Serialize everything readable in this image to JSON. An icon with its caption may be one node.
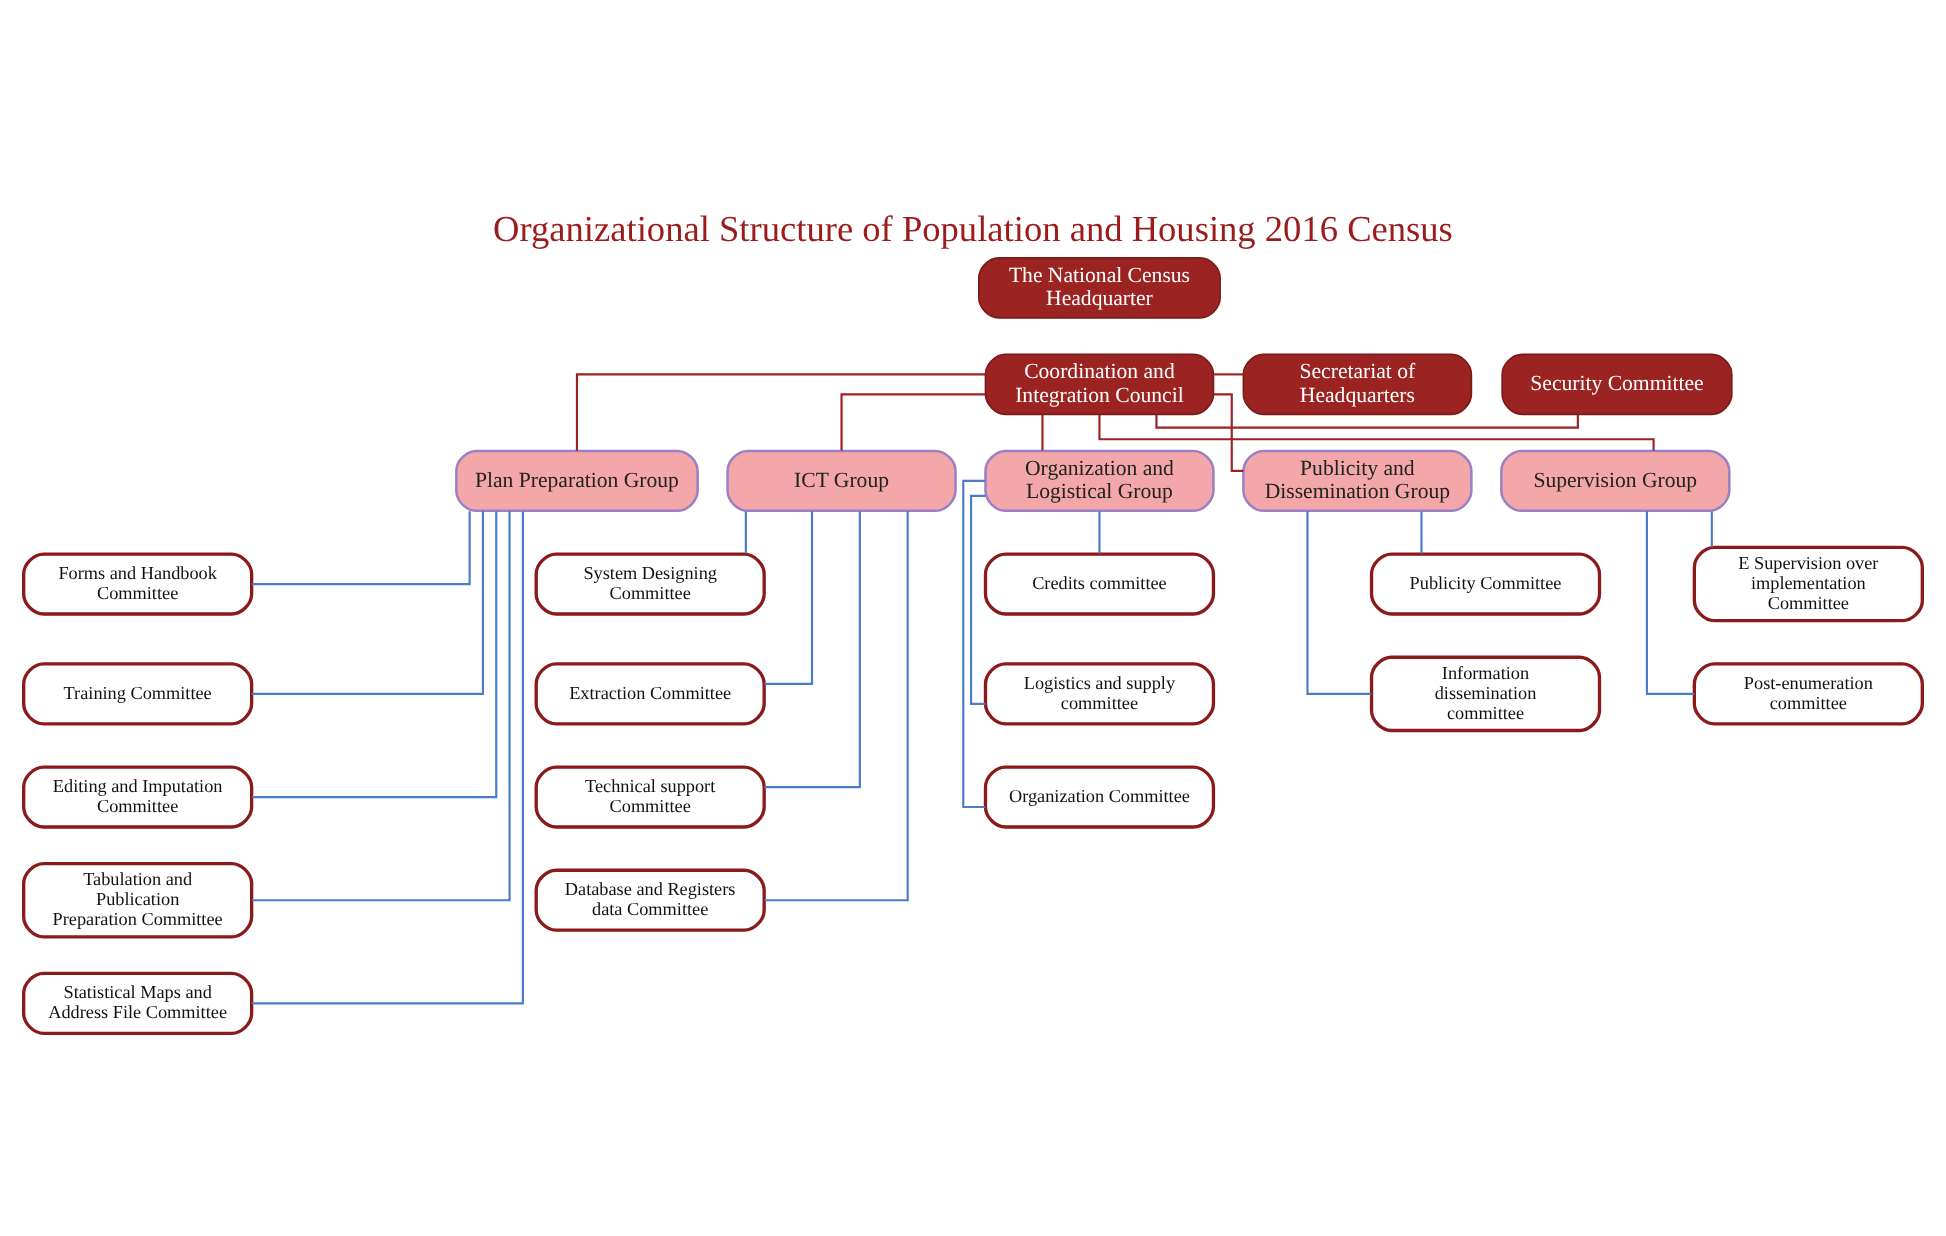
{
  "diagram": {
    "title": "Organizational Structure of Population and Housing 2016 Census",
    "nodes": [
      {
        "text": [
          "The National Census Headquarter"
        ]
      },
      {
        "text": [
          "Coordination and Integration Council"
        ]
      },
      {
        "text": [
          "Security Committee"
        ]
      },
      {
        "text": [
          "Secretariat of Headquarters"
        ]
      },
      {
        "text": [
          "Plan Preparation Group"
        ]
      },
      {
        "text": [
          "ICT Group"
        ]
      },
      {
        "text": [
          "Organization and Logistical Group"
        ]
      },
      {
        "text": [
          "Publicity and Dissemination Group"
        ]
      },
      {
        "text": [
          "Supervision Group"
        ]
      },
      {
        "text": [
          "Forms and Handbook Committee"
        ]
      },
      {
        "text": [
          "Training Committee"
        ]
      },
      {
        "text": [
          "Editing and Imputation Committee"
        ]
      },
      {
        "text": [
          "Tabulation and Publication Preparation Committee"
        ]
      },
      {
        "text": [
          "Statistical Maps and Address File Committee"
        ]
      },
      {
        "text": [
          "System Designing Committee"
        ]
      },
      {
        "text": [
          "Extraction Committee"
        ]
      },
      {
        "text": [
          "Technical support Committee"
        ]
      },
      {
        "text": [
          "Database and Registers data Committee"
        ]
      },
      {
        "text": [
          "Credits committee"
        ]
      },
      {
        "text": [
          "Logistics and supply committee"
        ]
      },
      {
        "text": [
          "Organization Committee"
        ]
      },
      {
        "text": [
          "Publicity Committee"
        ]
      },
      {
        "text": [
          "Information dissemination committee"
        ]
      },
      {
        "text": [
          "E Supervision over implementation Committee"
        ]
      },
      {
        "text": [
          "Post-enumeration committee"
        ]
      }
    ],
    "edges": [
      {
        "from": 1,
        "to": 2,
        "arrow": "none",
        "color": "#9b2423"
      },
      {
        "from": 1,
        "to": 3,
        "arrow": "none",
        "color": "#9b2423"
      },
      {
        "from": 1,
        "to": 4,
        "arrow": "none",
        "color": "#9b2423"
      },
      {
        "from": 1,
        "to": 5,
        "arrow": "none",
        "color": "#9b2423"
      },
      {
        "from": 1,
        "to": 6,
        "arrow": "none",
        "color": "#9b2423"
      },
      {
        "from": 1,
        "to": 7,
        "arrow": "none",
        "color": "#9b2423"
      },
      {
        "from": 1,
        "to": 8,
        "arrow": "none",
        "color": "#9b2423"
      },
      {
        "from": 4,
        "to": 9,
        "arrow": "none"
      },
      {
        "from": 4,
        "to": 10,
        "arrow": "none"
      },
      {
        "from": 4,
        "to": 11,
        "arrow": "none"
      },
      {
        "from": 4,
        "to": 12,
        "arrow": "none"
      },
      {
        "from": 4,
        "to": 13,
        "arrow": "none"
      },
      {
        "from": 5,
        "to": 14,
        "arrow": "none"
      },
      {
        "from": 5,
        "to": 15,
        "arrow": "none"
      },
      {
        "from": 5,
        "to": 16,
        "arrow": "none"
      },
      {
        "from": 5,
        "to": 17,
        "arrow": "none"
      },
      {
        "from": 6,
        "to": 18,
        "arrow": "none"
      },
      {
        "from": 6,
        "to": 19,
        "arrow": "none"
      },
      {
        "from": 6,
        "to": 20,
        "arrow": "none"
      },
      {
        "from": 7,
        "to": 21,
        "arrow": "none"
      },
      {
        "from": 7,
        "to": 22,
        "arrow": "none"
      },
      {
        "from": 8,
        "to": 23,
        "arrow": "none"
      },
      {
        "from": 8,
        "to": 24,
        "arrow": "none"
      }
    ]
  }
}
